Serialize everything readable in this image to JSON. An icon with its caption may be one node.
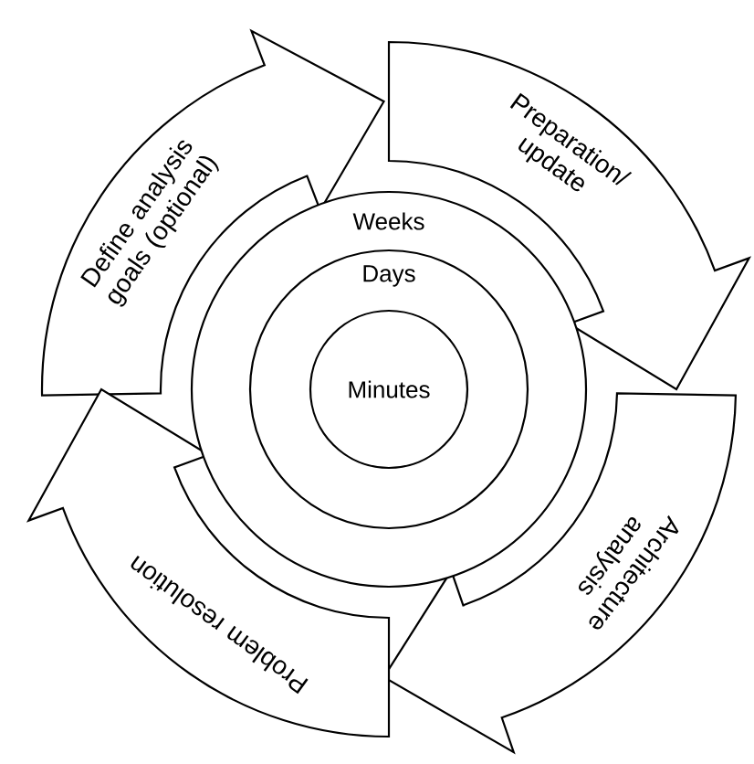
{
  "diagram": {
    "nodes": [
      {
        "text": [
          "Define analysis goals (optional)"
        ]
      },
      {
        "text": [
          "Preparation/ update"
        ]
      },
      {
        "text": [
          "Architecture analysis"
        ]
      },
      {
        "text": [
          "Problem resolution"
        ]
      },
      {
        "text": [
          "Weeks"
        ]
      },
      {
        "text": [
          "Days"
        ],
        "in": 4
      },
      {
        "text": [
          "Minutes"
        ],
        "in": 5
      }
    ]
  }
}
